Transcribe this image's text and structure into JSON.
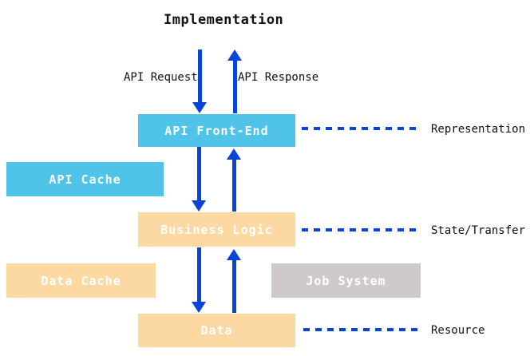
{
  "diagram": {
    "title": "Implementation",
    "flow_labels": {
      "request": "API Request",
      "response": "API Response"
    },
    "boxes": {
      "api_front_end": {
        "label": "API Front-End"
      },
      "api_cache": {
        "label": "API Cache"
      },
      "business_logic": {
        "label": "Business Logic"
      },
      "data_cache": {
        "label": "Data Cache"
      },
      "job_system": {
        "label": "Job System"
      },
      "data": {
        "label": "Data"
      }
    },
    "layer_labels": {
      "representation": "Representation",
      "state_transfer": "State/Transfer",
      "resource": "Resource"
    },
    "colors": {
      "cyan_box": "#4fc3e8",
      "peach_box": "#fcd8a2",
      "gray_box": "#cdc9cd",
      "arrow_blue": "#0645d8",
      "box_text": "#ffffff",
      "label_text": "#111111"
    }
  }
}
